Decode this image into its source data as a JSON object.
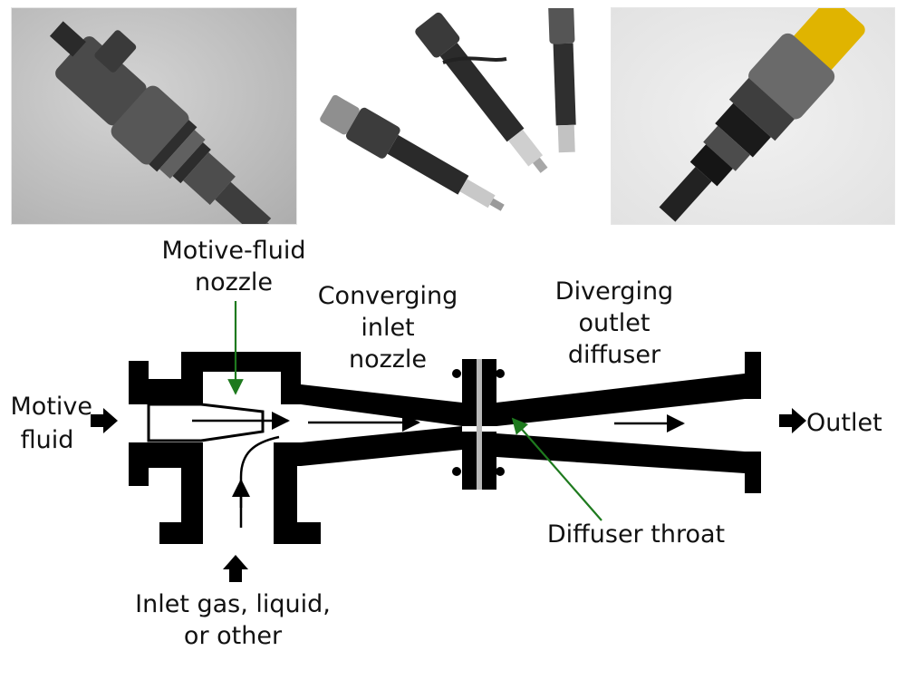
{
  "photos": [
    {
      "subject": "fuel injector close-up"
    },
    {
      "subject": "three diesel injectors"
    },
    {
      "subject": "injector with yellow cap"
    }
  ],
  "labels": {
    "motive_nozzle_1": "Motive-fluid",
    "motive_nozzle_2": "nozzle",
    "converging_1": "Converging",
    "converging_2": "inlet",
    "converging_3": "nozzle",
    "diverging_1": "Diverging",
    "diverging_2": "outlet",
    "diverging_3": "diffuser",
    "motive_fluid_1": "Motive",
    "motive_fluid_2": "fluid",
    "outlet": "Outlet",
    "throat": "Diffuser throat",
    "inlet_1": "Inlet gas, liquid,",
    "inlet_2": "or other"
  },
  "colors": {
    "body": "#000000",
    "pointer": "#1e7a1e",
    "flange_plate": "#b8b8b8"
  }
}
